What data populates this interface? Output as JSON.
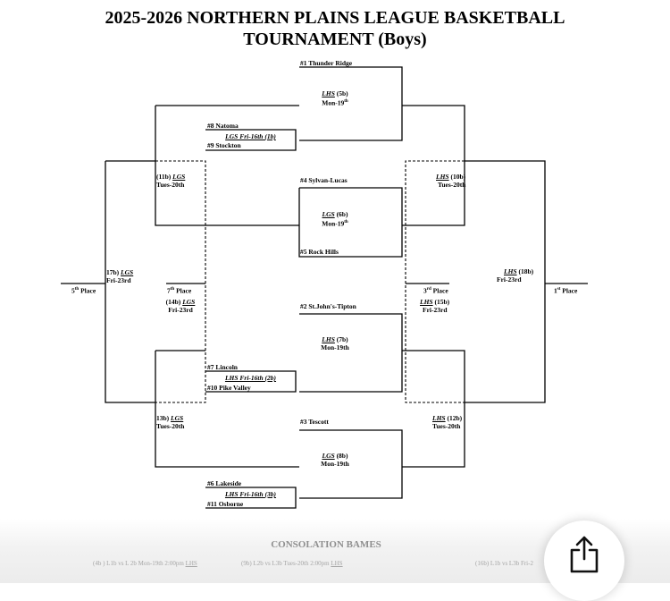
{
  "title": {
    "line1": "2025-2026 NORTHERN PLAINS LEAGUE BASKETBALL",
    "line2": "TOURNAMENT (Boys)"
  },
  "teams": {
    "t1": "#1 Thunder Ridge",
    "t8": "#8  Natoma",
    "t9": "#9 Stockton",
    "t4": "#4 Sylvan-Lucas",
    "t5": "#5 Rock Hills",
    "t2": "#2 St.John's-Tipton",
    "t7": "#7 Lincoln",
    "t10": "#10 Pike Valley",
    "t3": "#3 Tescott",
    "t6": "#6 Lakeside",
    "t11": "#11 Osborne"
  },
  "games": {
    "g1b": {
      "site": "LGS Fri-16th (1b)"
    },
    "g2b": {
      "site": "LHS Fri-16th (2b)"
    },
    "g3b": {
      "site": "LHS  Fri-16th (3b)"
    },
    "g5b": {
      "site": "LHS",
      "num": "(5b)",
      "day": "Mon-19",
      "sup": "th"
    },
    "g6b": {
      "site": "LGS",
      "num": "(6b)",
      "day": "Mon-19",
      "sup": "th"
    },
    "g7b": {
      "site": "LHS",
      "num": "(7b)",
      "day": "Mon-19th"
    },
    "g8b": {
      "site": "LGS",
      "num": "(8b)",
      "day": "Mon-19th"
    },
    "g10b": {
      "site": "LHS",
      "num": "(10b)",
      "day": "Tues-20th"
    },
    "g11b": {
      "num": "(11b)",
      "site": "LGS",
      "day": "Tues-20th"
    },
    "g12b": {
      "site": "LHS",
      "num": "(12b)",
      "day": "Tues-20th"
    },
    "g13b": {
      "num": "13b)",
      "site": "LGS",
      "day": "Tues-20th"
    },
    "g14b": {
      "num": "(14b)",
      "site": "LGS",
      "day": "Fri-23rd"
    },
    "g15b": {
      "site": "LHS",
      "num": "(15b)",
      "day": "Fri-23rd"
    },
    "g17b": {
      "num": "17b)",
      "site": "LGS",
      "day": "Fri-23rd"
    },
    "g18b": {
      "site": "LHS",
      "num": "(18b)",
      "day": "Fri-23rd"
    }
  },
  "places": {
    "p5": {
      "num": "5",
      "sup": "th",
      "word": "Place"
    },
    "p7": {
      "num": "7",
      "sup": "th",
      "word": "Place"
    },
    "p3": {
      "num": "3",
      "sup": "rd",
      "word": "Place"
    },
    "p1": {
      "num": "1",
      "sup": "st",
      "word": "Place"
    }
  },
  "consolation": {
    "title": "CONSOLATION BAMES",
    "items": [
      {
        "text": "(4b ) L1b vs L 2b Mon-19th 2:00pm",
        "site": "LHS"
      },
      {
        "text": "(9b) L2b vs L3b Tues-20th  2:00pm",
        "site": "LHS"
      },
      {
        "text": "(16b) L1b vs L3b Fri-2"
      }
    ]
  },
  "icons": {
    "share": "share-icon"
  },
  "colors": {
    "line": "#000000",
    "muted": "#8f8f8f"
  }
}
